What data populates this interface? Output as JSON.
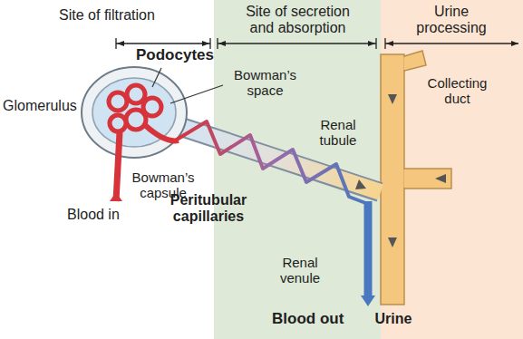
{
  "diagram": {
    "nodes": [
      {
        "text": [
          "Site of filtration"
        ]
      },
      {
        "text": [
          "Site of secretion and absorption"
        ]
      },
      {
        "text": [
          "Urine processing"
        ]
      }
    ],
    "labels": [
      "Podocytes",
      "Bowman’s space",
      "Glomerulus",
      "Renal tubule",
      "Collecting duct",
      "Bowman’s capsule",
      "Peritubular capillaries",
      "Blood in",
      "Renal venule",
      "Blood out",
      "Urine"
    ]
  }
}
